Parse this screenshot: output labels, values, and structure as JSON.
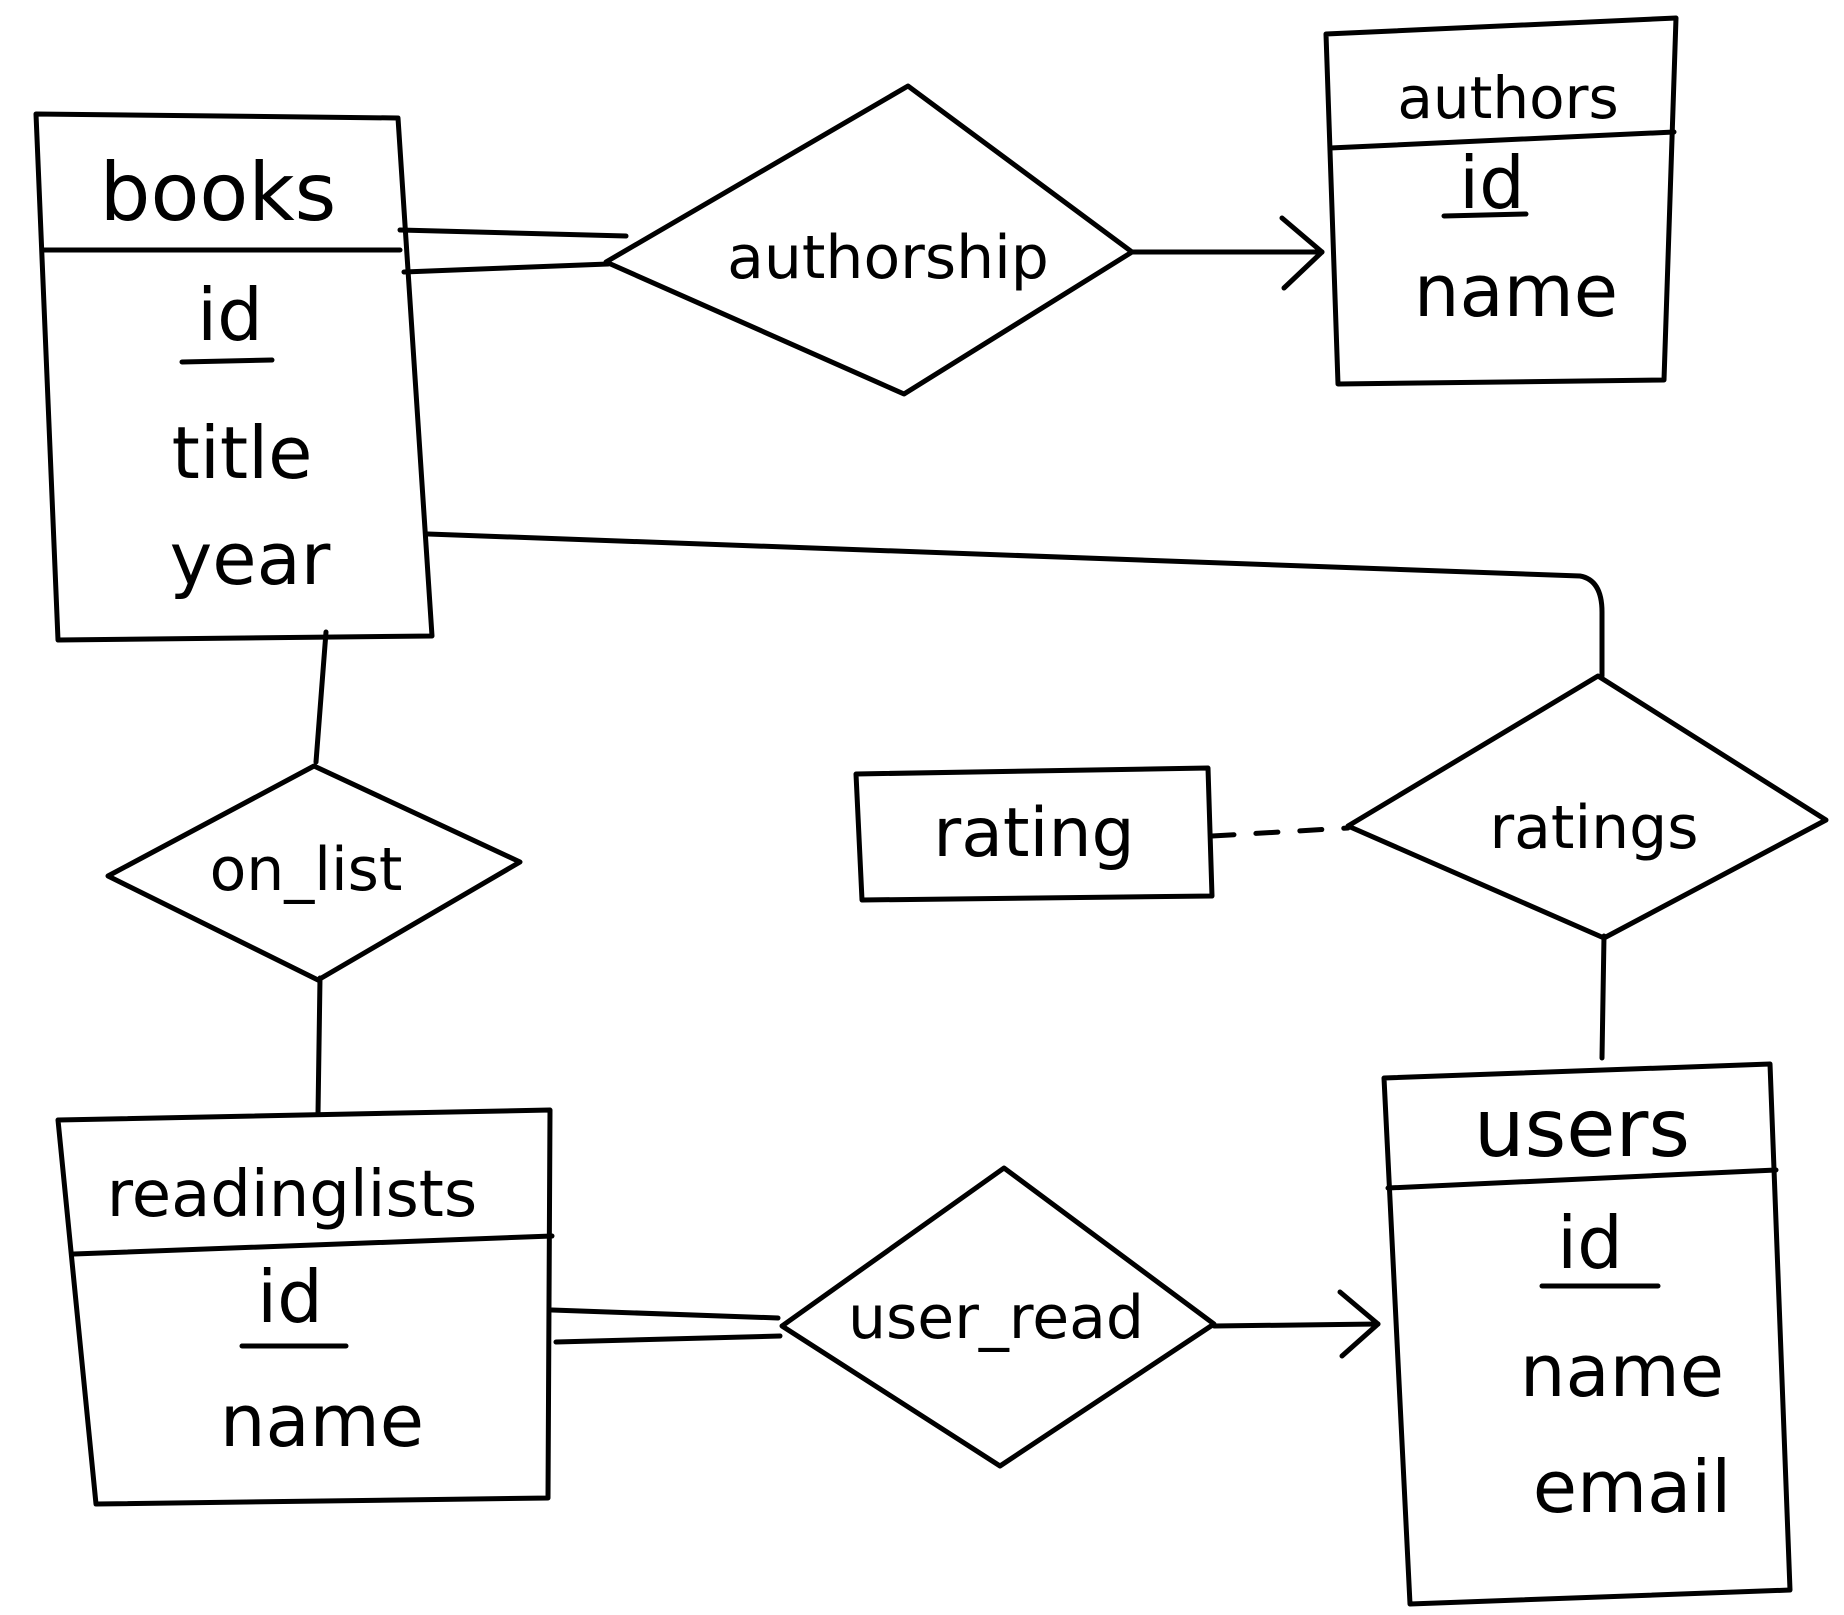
{
  "entities": {
    "books": {
      "name": "books",
      "attributes": [
        {
          "label": "id",
          "key": true
        },
        {
          "label": "title",
          "key": false
        },
        {
          "label": "year",
          "key": false
        }
      ]
    },
    "authors": {
      "name": "authors",
      "attributes": [
        {
          "label": "id",
          "key": true
        },
        {
          "label": "name",
          "key": false
        }
      ]
    },
    "readinglists": {
      "name": "readinglists",
      "attributes": [
        {
          "label": "id",
          "key": true
        },
        {
          "label": "name",
          "key": false
        }
      ]
    },
    "users": {
      "name": "users",
      "attributes": [
        {
          "label": "id",
          "key": true
        },
        {
          "label": "name",
          "key": false
        },
        {
          "label": "email",
          "key": false
        }
      ]
    }
  },
  "relationships": {
    "authorship": {
      "name": "authorship"
    },
    "on_list": {
      "name": "on_list"
    },
    "ratings": {
      "name": "ratings"
    },
    "user_read": {
      "name": "user_read"
    }
  },
  "relationship_attributes": {
    "rating": {
      "name": "rating"
    }
  },
  "colors": {
    "ink": "#000000",
    "paper": "#ffffff"
  }
}
